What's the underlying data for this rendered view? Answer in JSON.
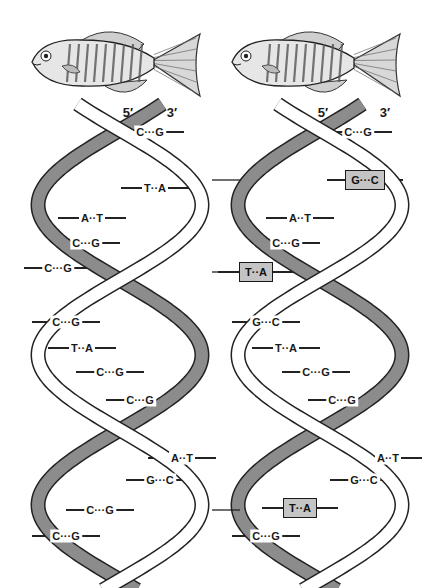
{
  "diagram": {
    "nodes": [
      {
        "text": [
          "G···C"
        ]
      },
      {
        "text": [
          "T··A"
        ]
      },
      {
        "text": [
          "T··A"
        ]
      }
    ],
    "labels": [
      "5′",
      "3′",
      "C···G",
      "T··A",
      "A··T",
      "C···G",
      "C···G",
      "C···G",
      "T··A",
      "C···G",
      "C···G",
      "A··T",
      "G···C",
      "C···G",
      "C···G",
      "5′",
      "3′",
      "C···G",
      "A··T",
      "C···G",
      "G···C",
      "T··A",
      "C···G",
      "C···G",
      "A··T",
      "G···C",
      "C···G"
    ]
  }
}
